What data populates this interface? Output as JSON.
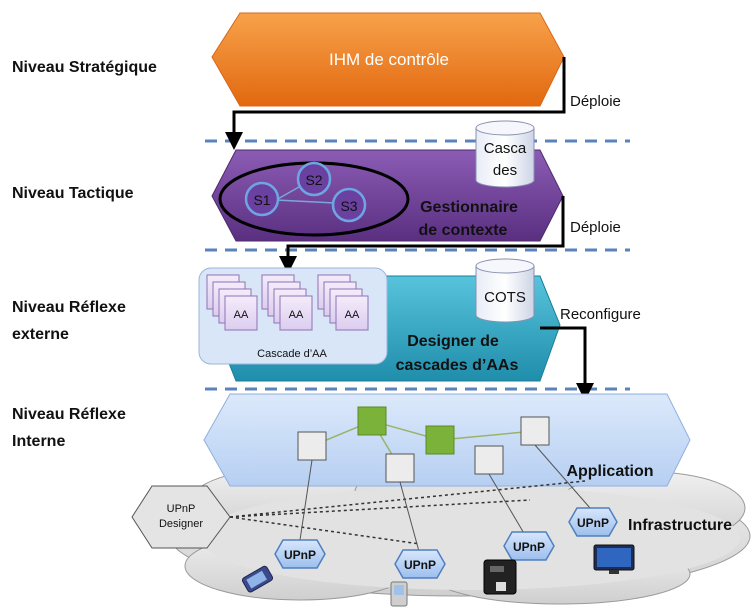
{
  "levels": {
    "strategic": "Niveau Stratégique",
    "tactical": "Niveau Tactique",
    "reflex_external_line1": "Niveau Réflexe",
    "reflex_external_line2": "externe",
    "reflex_internal_line1": "Niveau Réflexe",
    "reflex_internal_line2": "Interne"
  },
  "strategic": {
    "block": "IHM de contrôle",
    "color": "#ef7d22"
  },
  "tactical": {
    "storage_line1": "Casca",
    "storage_line2": "des",
    "services": [
      "S1",
      "S2",
      "S3"
    ],
    "block_line1": "Gestionnaire",
    "block_line2": "de contexte",
    "color": "#6d3f93"
  },
  "reflex_external": {
    "storage": "COTS",
    "aa_label": "AA",
    "cascade_label": "Cascade d’AA",
    "block_line1": "Designer de",
    "block_line2": "cascades d’AAs",
    "color": "#2ea6c4"
  },
  "arrows": {
    "deploy_1": "Déploie",
    "deploy_2": "Déploie",
    "reconfigure": "Reconfigure"
  },
  "application": {
    "label": "Application",
    "node_accent": "#7bb33a"
  },
  "infrastructure": {
    "label": "Infrastructure",
    "designer_line1": "UPnP",
    "designer_line2": "Designer",
    "upnp_label": "UPnP"
  }
}
